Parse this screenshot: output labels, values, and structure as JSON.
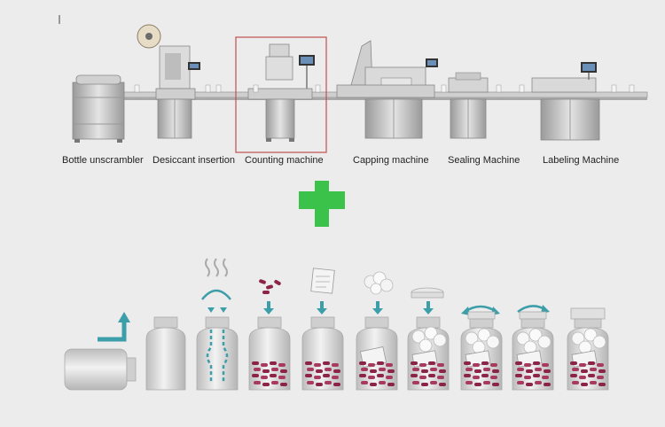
{
  "machines": [
    {
      "label": "Bottle unscrambler"
    },
    {
      "label": "Desiccant insertion"
    },
    {
      "label": "Counting machine"
    },
    {
      "label": "Capping machine"
    },
    {
      "label": "Sealing Machine"
    },
    {
      "label": "Labeling Machine"
    }
  ],
  "colors": {
    "background": "#ececec",
    "highlight_box": "#c0504d",
    "plus_sign": "#3bc24a",
    "arrows": "#3b9ea8",
    "capsules": "#8c2348",
    "bottle": "#d7d7d7"
  },
  "steps": [
    {
      "icon": "bottle-on-side"
    },
    {
      "icon": "empty-bottle"
    },
    {
      "icon": "air-blow-bottle"
    },
    {
      "icon": "capsules-added"
    },
    {
      "icon": "desiccant-drop"
    },
    {
      "icon": "cotton-drop"
    },
    {
      "icon": "cap-drop"
    },
    {
      "icon": "cap-rotate"
    },
    {
      "icon": "cap-tighten"
    },
    {
      "icon": "sealed-bottle"
    }
  ]
}
